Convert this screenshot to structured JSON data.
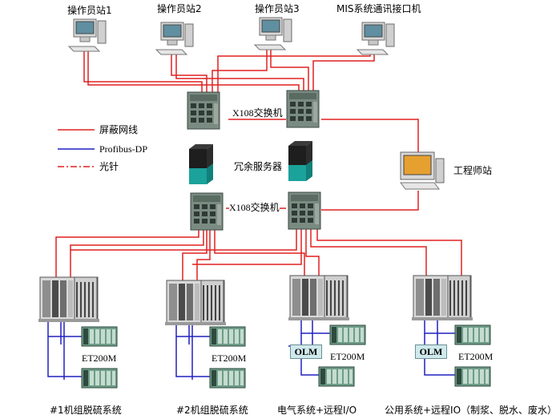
{
  "stations": {
    "op1": "操作员站1",
    "op2": "操作员站2",
    "op3": "操作员站3",
    "mis": "MIS系统通讯接口机",
    "eng": "工程师站"
  },
  "switch_top_label": "X108交换机",
  "switch_bottom_label": "X108交换机",
  "server_label": "冗余服务器",
  "legend": [
    {
      "label": "屏蔽网线",
      "color": "#e02020",
      "style": "solid"
    },
    {
      "label": "Profibus-DP",
      "color": "#2020c0",
      "style": "solid"
    },
    {
      "label": "光针",
      "color": "#e02020",
      "style": "dash-dot"
    }
  ],
  "et200m": "ET200M",
  "olm": "OLM",
  "groups": {
    "g1": "#1机组脱硫系统",
    "g2": "#2机组脱硫系统",
    "g3": "电气系统+远程I/O",
    "g4": "公用系统+远程IO（制浆、脱水、废水）"
  },
  "colors": {
    "ethernet": "#e02020",
    "profibus": "#2020c0"
  }
}
